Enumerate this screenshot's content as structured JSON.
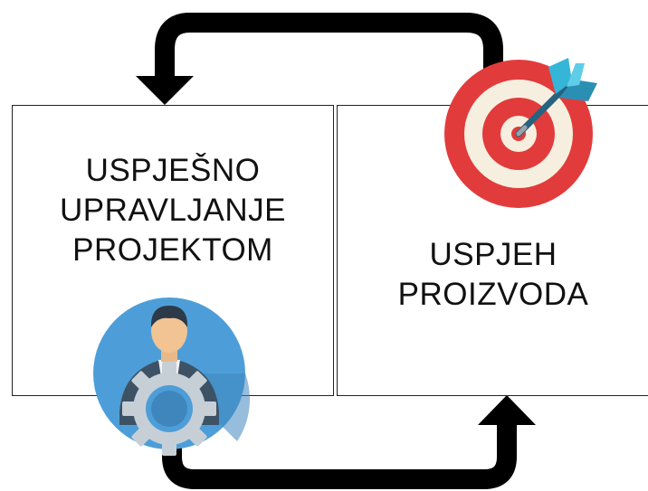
{
  "diagram": {
    "left_box": {
      "lines": [
        "USPJEŠNO",
        "UPRAVLJANJE",
        "PROJEKTOM"
      ],
      "icon": "project-manager-gear-icon"
    },
    "right_box": {
      "lines": [
        "USPJEH",
        "PROIZVODA"
      ],
      "icon": "target-dart-icon"
    },
    "arrows": [
      "cycle-arrow-top",
      "cycle-arrow-bottom"
    ]
  }
}
